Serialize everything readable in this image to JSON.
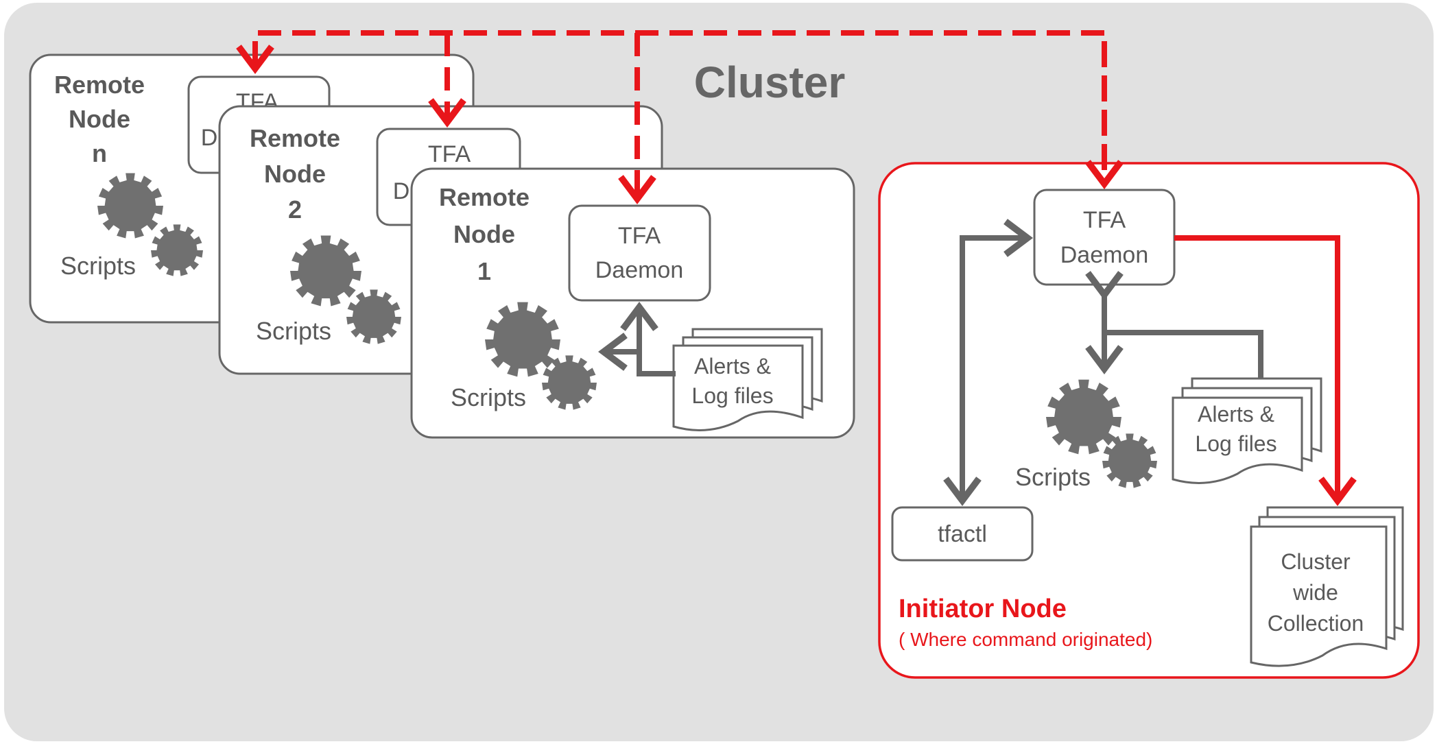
{
  "cluster_title": "Cluster",
  "remote_node_n": {
    "line1": "Remote",
    "line2": "Node",
    "line3": "n",
    "daemon_line1": "TFA",
    "daemon_line2": "D",
    "scripts": "Scripts"
  },
  "remote_node_2": {
    "line1": "Remote",
    "line2": "Node",
    "line3": "2",
    "daemon_line1": "TFA",
    "daemon_line2": "D",
    "scripts": "Scripts"
  },
  "remote_node_1": {
    "line1": "Remote",
    "line2": "Node",
    "line3": "1",
    "daemon_line1": "TFA",
    "daemon_line2": "Daemon",
    "scripts": "Scripts",
    "logs_line1": "Alerts &",
    "logs_line2": "Log files"
  },
  "initiator": {
    "title": "Initiator Node",
    "subtitle": "( Where command originated)",
    "daemon_line1": "TFA",
    "daemon_line2": "Daemon",
    "scripts": "Scripts",
    "logs_line1": "Alerts &",
    "logs_line2": "Log files",
    "tfactl": "tfactl",
    "collection_line1": "Cluster",
    "collection_line2": "wide",
    "collection_line3": "Collection"
  },
  "colors": {
    "background": "#e1e1e1",
    "accent_red": "#e8161b",
    "node_border": "#666666",
    "gear": "#707070",
    "text_gray": "#595959"
  }
}
